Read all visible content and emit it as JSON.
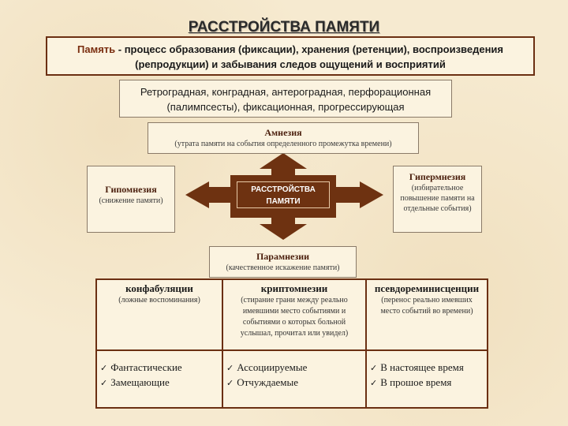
{
  "title": "РАССТРОЙСТВА ПАМЯТИ",
  "definition": {
    "term": "Память",
    "text": " - процесс образования (фиксации), хранения (ретенции), воспроизведения (репродукции) и  забывания  следов ощущений и восприятий"
  },
  "types": "Ретроградная, конградная, антероградная, перфорационная (палимпсесты), фиксационная, прогрессирующая",
  "center": "РАССТРОЙСТВА ПАМЯТИ",
  "nodes": {
    "amnesia": {
      "title": "Амнезия",
      "desc": "(утрата памяти на события определенного промежутка времени)"
    },
    "hypomnesia": {
      "title": "Гипомнезия",
      "desc": "(снижение памяти)"
    },
    "hypermnesia": {
      "title": "Гипермнезия",
      "desc": "(избирательное повышение памяти на отдельные события)"
    },
    "paramnesia": {
      "title": "Парамнезии",
      "desc": "(качественное искажение памяти)"
    }
  },
  "paramnesia_table": {
    "columns": [
      {
        "title": "конфабуляции",
        "desc": "(ложные воспоминания)",
        "items": [
          "Фантастические",
          "Замещающие"
        ]
      },
      {
        "title": "криптомнезии",
        "desc": "(стирание грани между реально имевшими место событиями и событиями о которых больной услышал, прочитал или увидел)",
        "items": [
          "Ассоциируемые",
          "Отчуждаемые"
        ]
      },
      {
        "title": "псевдореминисценции",
        "desc": "(перенос реально имевших место событий во времени)",
        "items": [
          "В настоящее время",
          "В прошое время"
        ]
      }
    ]
  },
  "colors": {
    "arrow": "#6e3211",
    "border": "#6b2f12",
    "background": "#f6ead0"
  }
}
